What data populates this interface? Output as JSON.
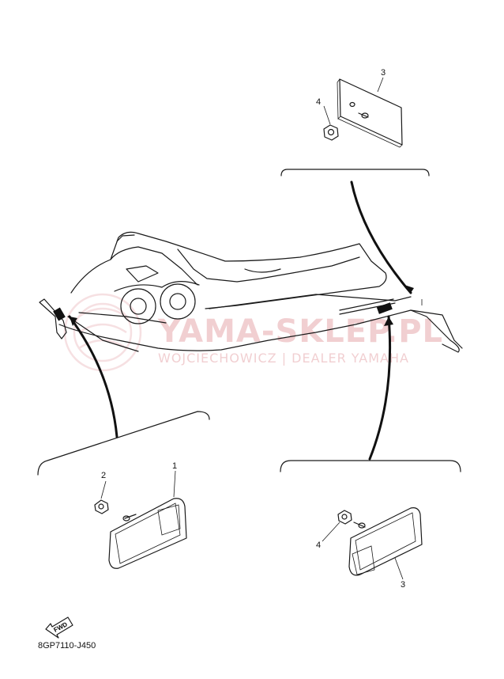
{
  "diagram": {
    "part_code": "8GP7110-J450",
    "fwd_label": "FWD",
    "watermark": {
      "brand": "YAMA-SKLEP.PL",
      "dealer": "WOJCIECHOWICZ | DEALER YAMAHA"
    },
    "callouts": {
      "top_right_3": "3",
      "top_right_4": "4",
      "bottom_left_2": "2",
      "bottom_left_1": "1",
      "bottom_right_4": "4",
      "bottom_right_3": "3"
    }
  },
  "colors": {
    "line": "#1a1a1a",
    "watermark": "#e6a8ad"
  }
}
